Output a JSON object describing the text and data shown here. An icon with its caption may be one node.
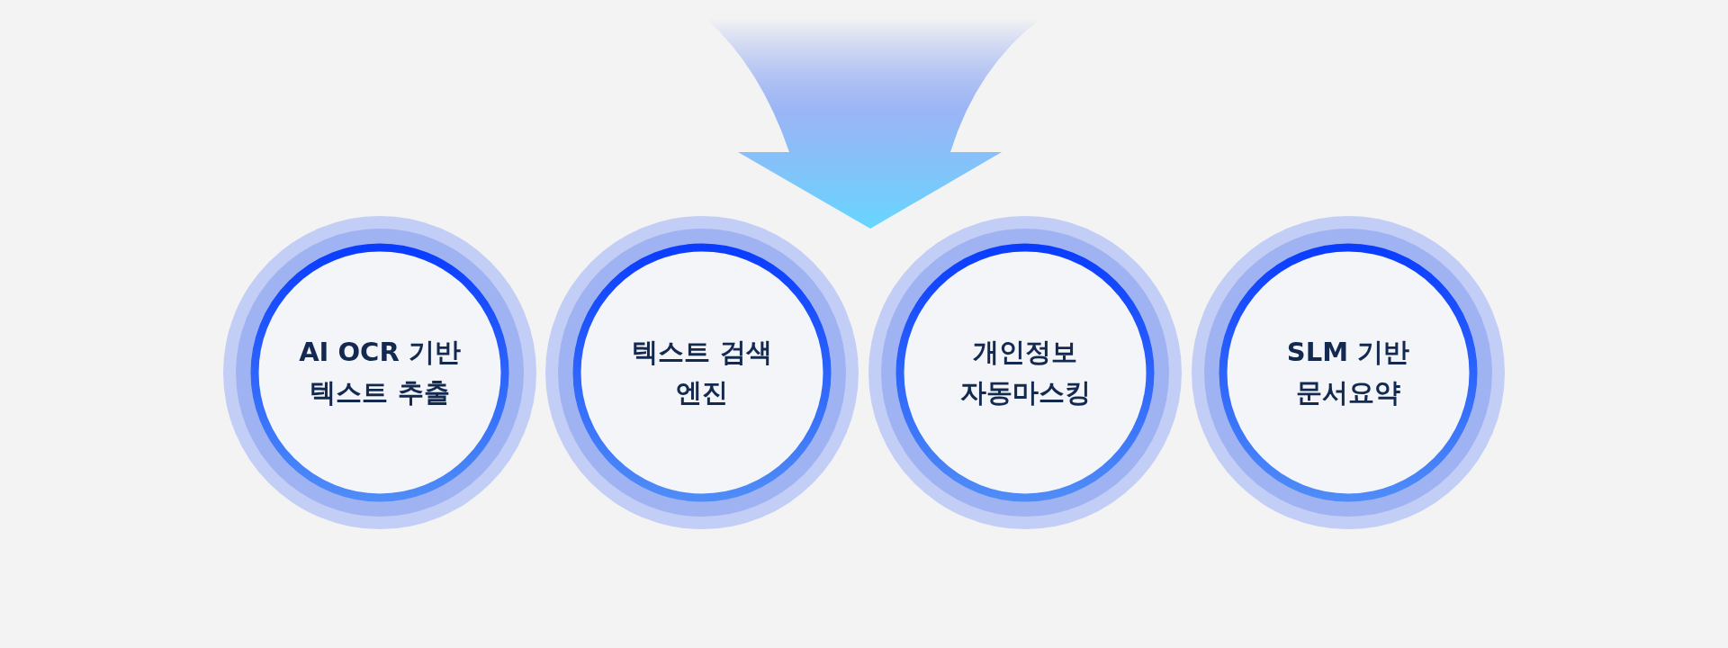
{
  "diagram": {
    "nodes": [
      {
        "text": [
          "AI OCR 기반 텍스트 추출"
        ]
      },
      {
        "text": [
          "텍스트 검색 엔진"
        ]
      },
      {
        "text": [
          "개인정보 자동마스킹"
        ]
      },
      {
        "text": [
          "SLM 기반 문서요약"
        ]
      }
    ]
  }
}
